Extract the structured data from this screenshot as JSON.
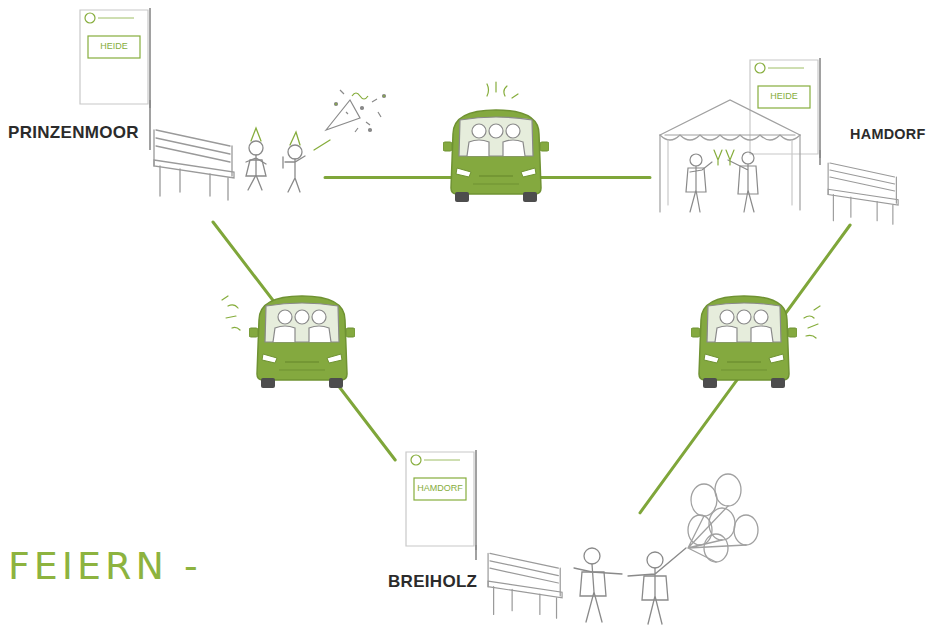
{
  "diagram": {
    "title": "FEIERN -",
    "nodes": [
      {
        "text": [
          "PRINZENMOOR"
        ]
      },
      {
        "text": [
          "HAMDORF"
        ]
      },
      {
        "text": [
          "BREIHOLZ"
        ]
      }
    ],
    "edges": [
      {
        "from": 0,
        "to": 1,
        "arrow": "none"
      },
      {
        "from": 0,
        "to": 2,
        "arrow": "none"
      },
      {
        "from": 1,
        "to": 2,
        "arrow": "none"
      }
    ],
    "labels": [
      "HEIDE",
      "HEIDE",
      "HAMDORF"
    ]
  }
}
